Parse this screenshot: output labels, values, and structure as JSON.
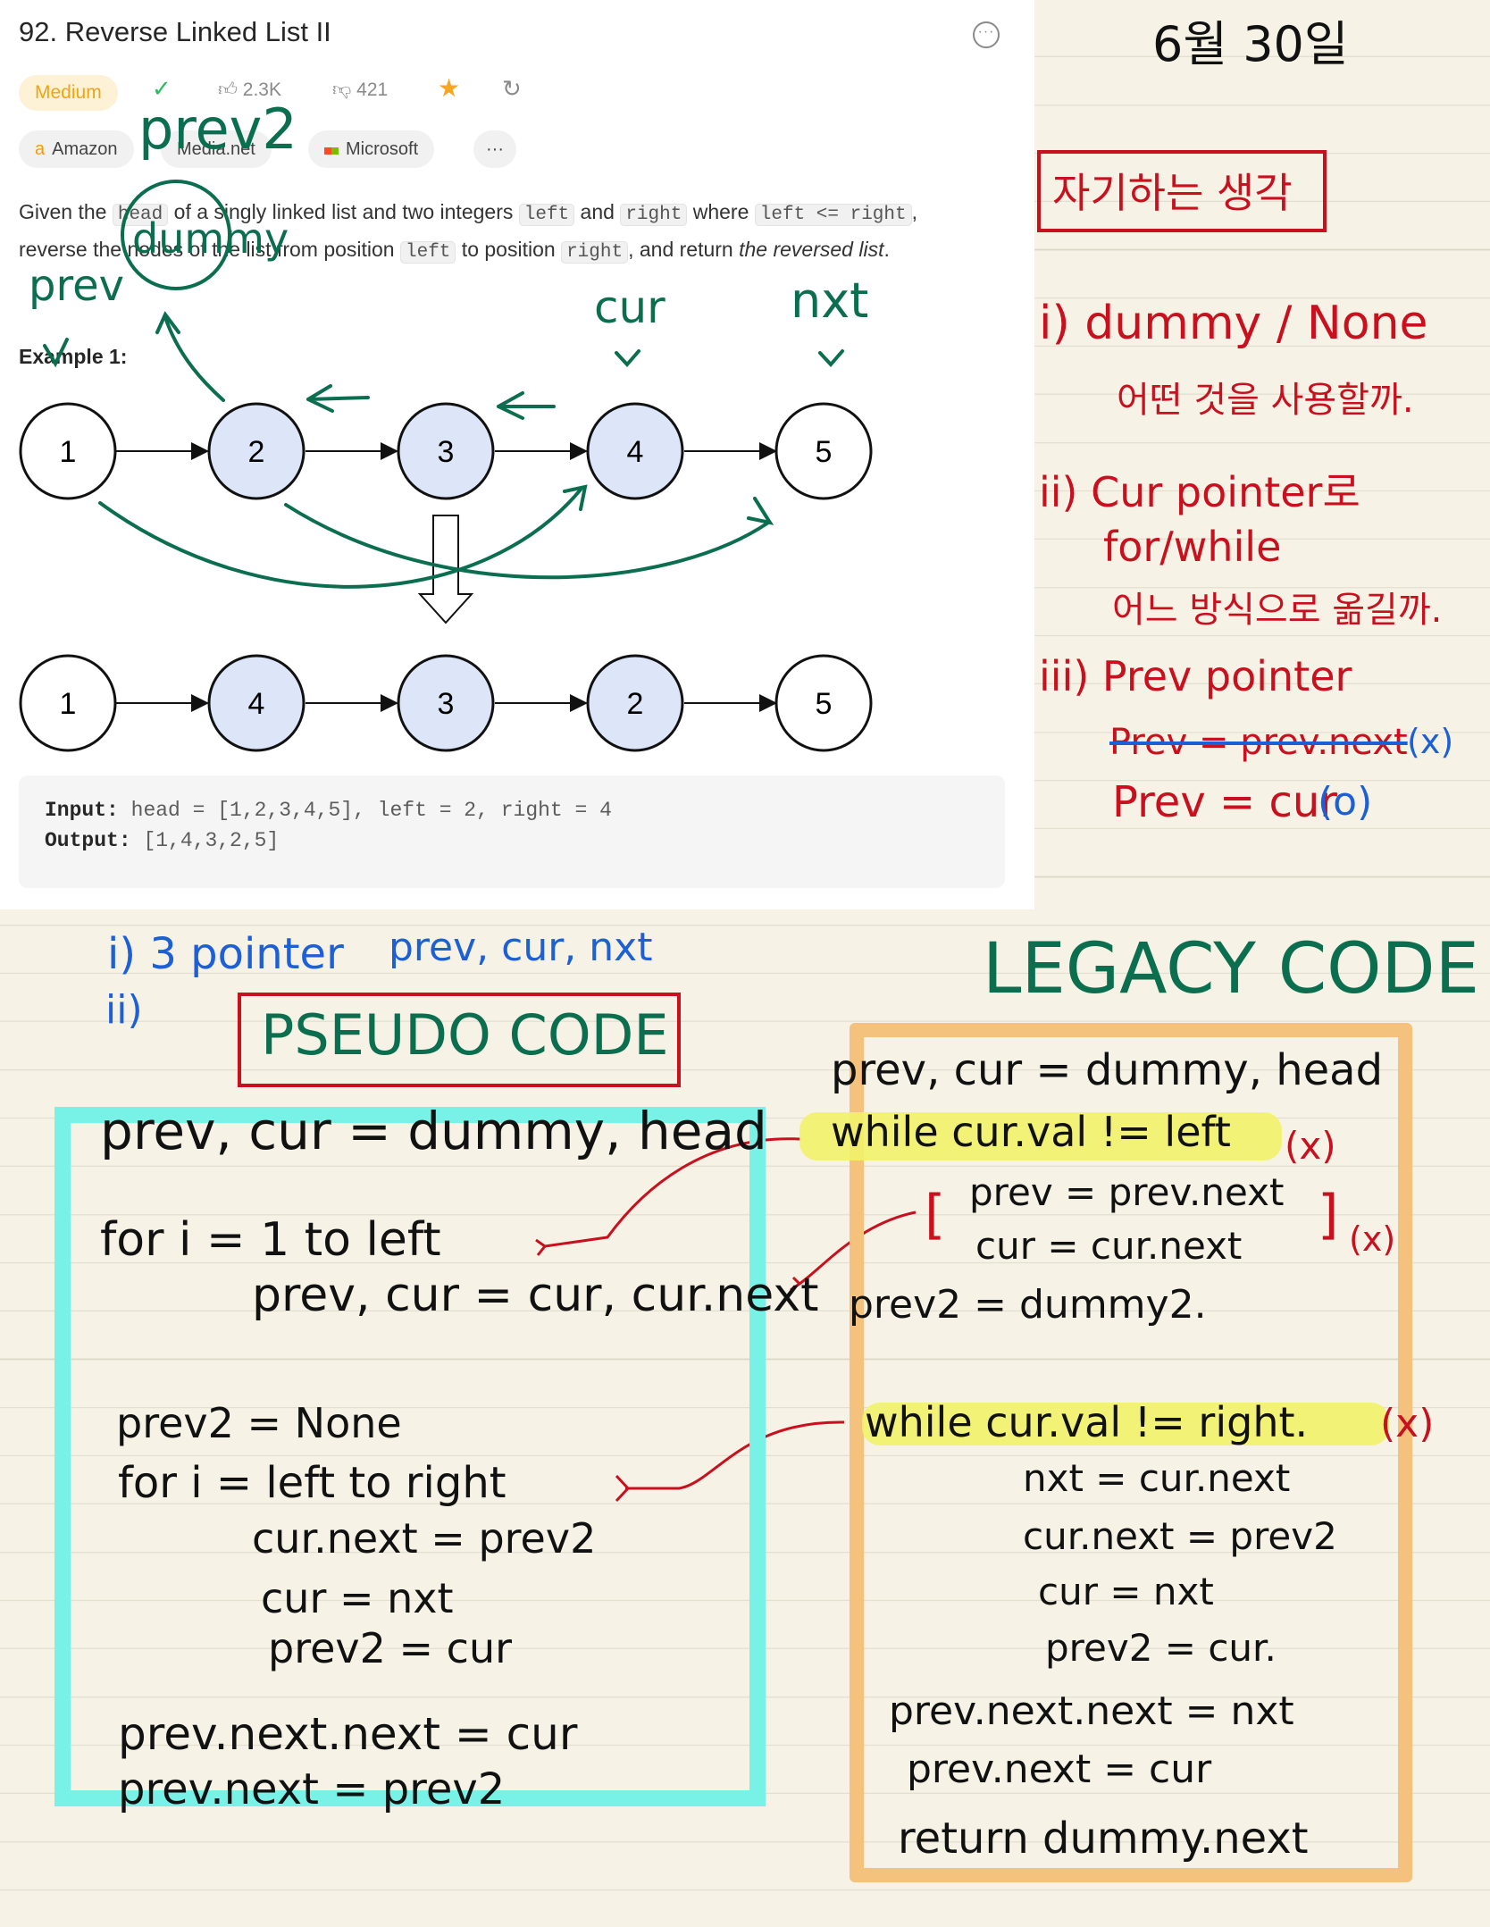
{
  "problem": {
    "title": "92. Reverse Linked List II",
    "difficulty": "Medium",
    "likes": "2.3K",
    "dislikes": "421",
    "companies": [
      "Amazon",
      "Media.net",
      "Microsoft"
    ],
    "more_label": "···",
    "desc_parts": {
      "p1": "Given the ",
      "c1": "head",
      "p2": " of a singly linked list and two integers ",
      "c2": "left",
      "p3": " and ",
      "c3": "right",
      "p4": " where ",
      "c4": "left <= right",
      "p5": ",",
      "p6": "reverse the nodes of the list from position ",
      "c5": "left",
      "p7": " to position ",
      "c6": "right",
      "p8": ", and return ",
      "p9": "the reversed list",
      "p10": "."
    },
    "example_label": "Example 1:",
    "list_before": [
      "1",
      "2",
      "3",
      "4",
      "5"
    ],
    "list_after": [
      "1",
      "4",
      "3",
      "2",
      "5"
    ],
    "input_label": "Input:",
    "input_value": "head = [1,2,3,4,5], left = 2, right = 4",
    "output_label": "Output:",
    "output_value": "[1,4,3,2,5]"
  },
  "annotations": {
    "date": "6월 30일",
    "prev2_label": "prev2",
    "prev_label": "prev",
    "dummy_label": "dummy",
    "cur_label": "cur",
    "nxt_label": "nxt",
    "thinking_title": "자기하는 생각",
    "q1": "i) dummy / None",
    "q1b": "어떤 것을 사용할까.",
    "q2": "ii) Cur pointer로",
    "q2b": "for/while",
    "q2c": "어느 방식으로 옮길까.",
    "q3": "iii) Prev pointer",
    "q3_wrong": "Prev = prev.next",
    "q3_wrong_mark": "(x)",
    "q3_right": "Prev = cur",
    "q3_right_mark": "(o)",
    "note1": "i) 3 pointer",
    "note1b": "prev, cur, nxt",
    "note2": "ii)",
    "pseudo_title": "PSEUDO CODE",
    "legacy_title": "LEGACY CODE",
    "pseudo_lines": [
      "prev, cur = dummy, head",
      "for i = 1 to left",
      "prev, cur = cur, cur.next",
      "prev2 = None",
      "for i = left to right",
      "cur.next = prev2",
      "cur = nxt",
      "prev2 = cur",
      "prev.next.next = cur",
      "prev.next = prev2"
    ],
    "legacy_lines": [
      "prev, cur = dummy, head",
      "while cur.val != left",
      "prev = prev.next",
      "cur = cur.next",
      "prev2 = dummy2.",
      "while cur.val != right.",
      "nxt = cur.next",
      "cur.next = prev2",
      "cur = nxt",
      "prev2 = cur.",
      "prev.next.next = nxt",
      "prev.next = cur",
      "return dummy.next"
    ],
    "x_mark": "(x)"
  }
}
